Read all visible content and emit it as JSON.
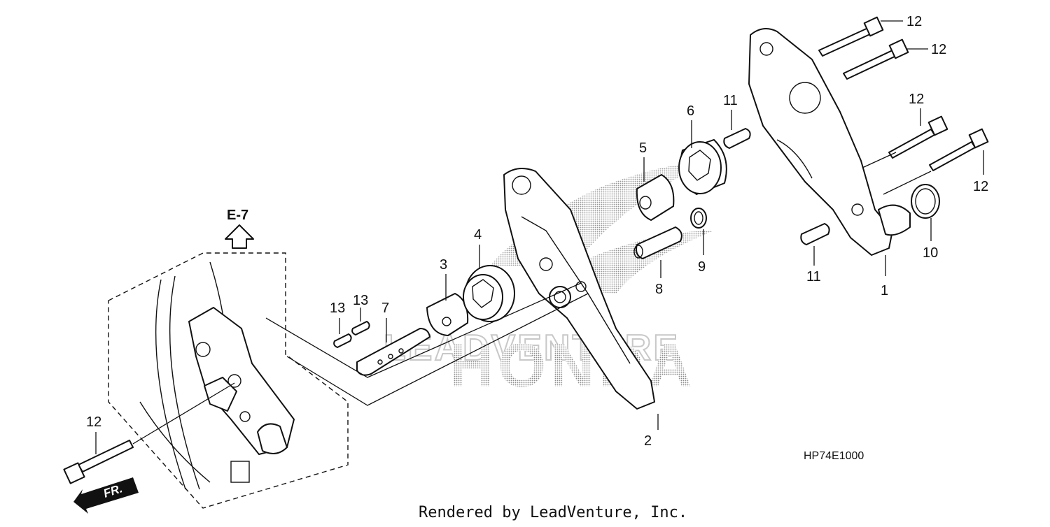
{
  "diagram": {
    "reference_code": "HP74E1000",
    "ref_section": "E-7",
    "direction_label": "FR.",
    "credit": "Rendered by LeadVenture, Inc.",
    "watermark_text": "HONDA",
    "watermark_sub": "LEADVENTURE",
    "callouts": [
      {
        "id": "c1",
        "label": "1"
      },
      {
        "id": "c2",
        "label": "2"
      },
      {
        "id": "c3",
        "label": "3"
      },
      {
        "id": "c4",
        "label": "4"
      },
      {
        "id": "c5",
        "label": "5"
      },
      {
        "id": "c6",
        "label": "6"
      },
      {
        "id": "c7",
        "label": "7"
      },
      {
        "id": "c8",
        "label": "8"
      },
      {
        "id": "c9",
        "label": "9"
      },
      {
        "id": "c10",
        "label": "10"
      },
      {
        "id": "c11a",
        "label": "11"
      },
      {
        "id": "c11b",
        "label": "11"
      },
      {
        "id": "c12a",
        "label": "12"
      },
      {
        "id": "c12b",
        "label": "12"
      },
      {
        "id": "c12c",
        "label": "12"
      },
      {
        "id": "c12d",
        "label": "12"
      },
      {
        "id": "c12e",
        "label": "12"
      },
      {
        "id": "c13a",
        "label": "13"
      },
      {
        "id": "c13b",
        "label": "13"
      }
    ]
  }
}
